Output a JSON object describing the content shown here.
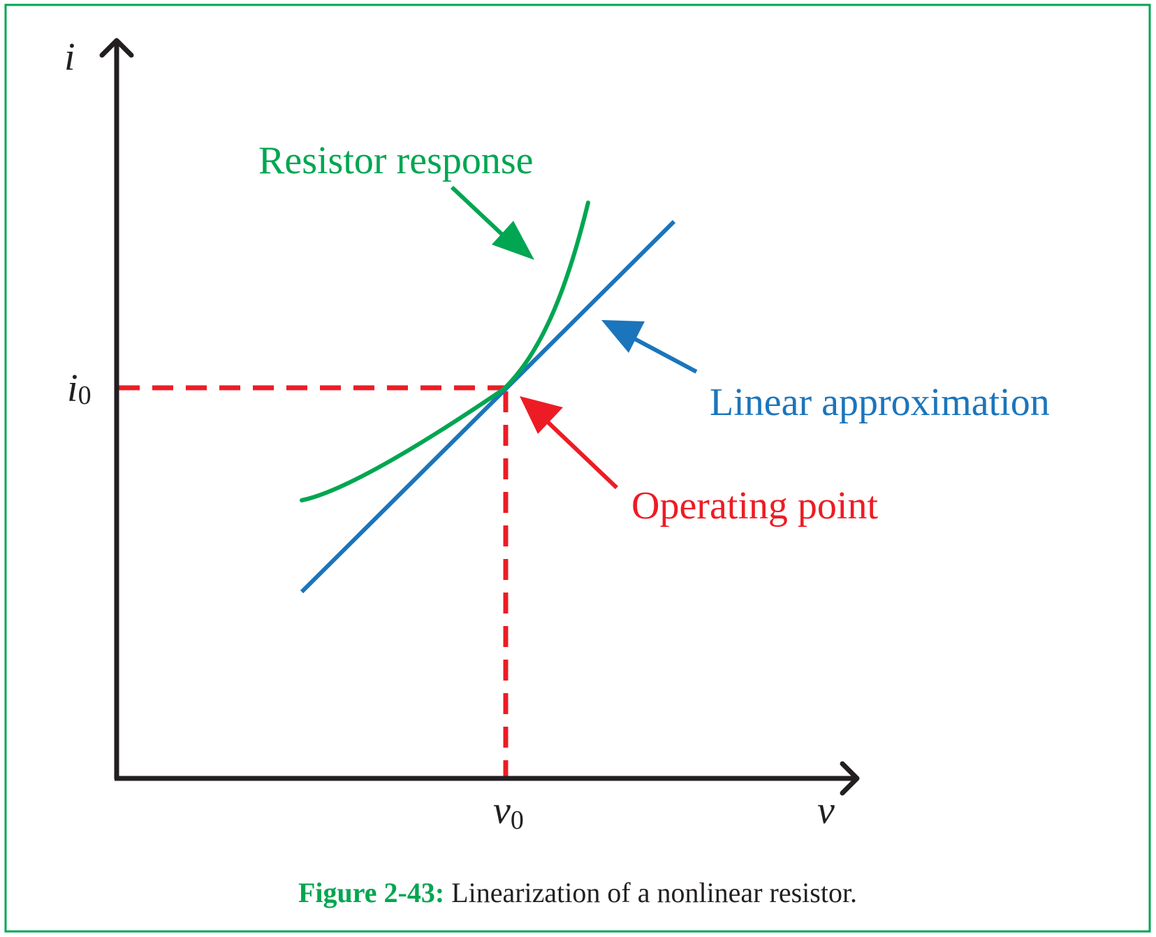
{
  "axes": {
    "y_label": "i",
    "x_label": "v",
    "i0_label": "i",
    "i0_subscript": "0",
    "v0_label": "v",
    "v0_subscript": "0"
  },
  "labels": {
    "resistor_response": "Resistor response",
    "linear_approximation": "Linear approximation",
    "operating_point": "Operating point"
  },
  "caption": {
    "number": "Figure 2-43:",
    "text": " Linearization of a nonlinear resistor."
  },
  "colors": {
    "frame": "#00a651",
    "resistor_response": "#00a651",
    "linear_approximation": "#1b75bc",
    "operating_point": "#ed1c24",
    "axes": "#231f20"
  }
}
